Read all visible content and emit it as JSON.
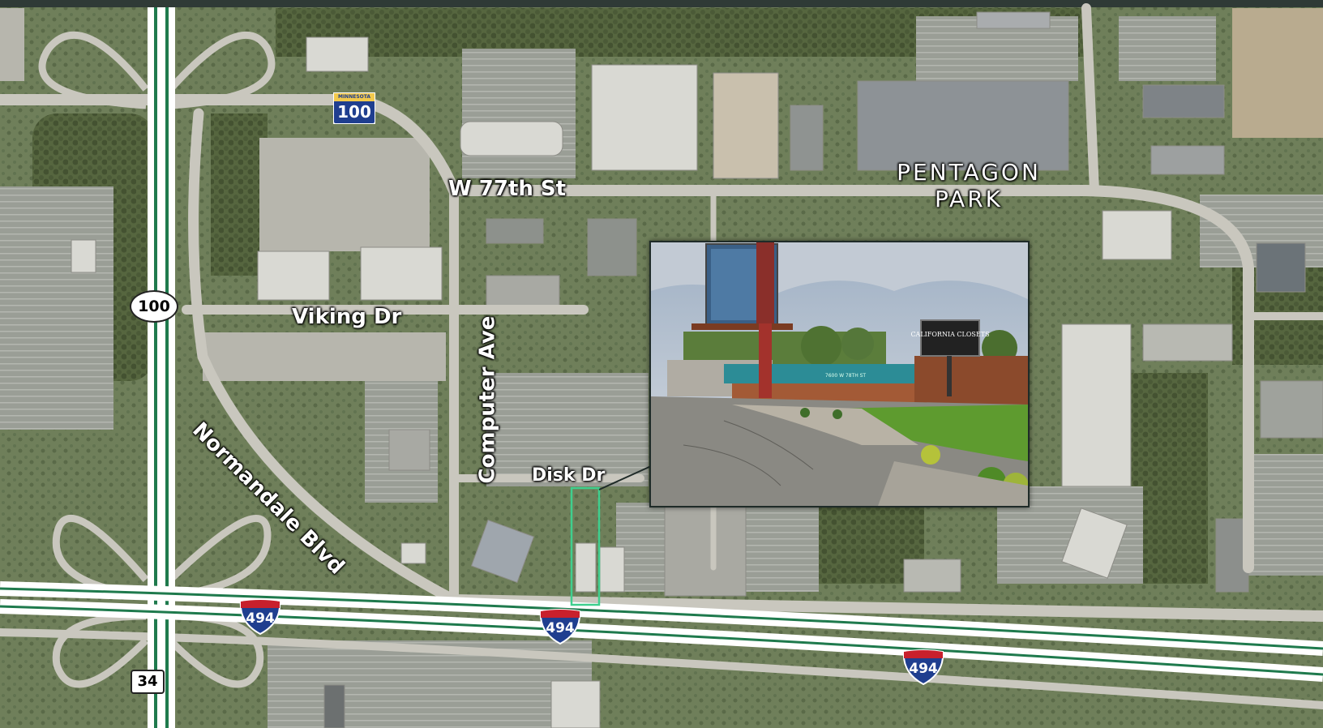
{
  "map": {
    "district_label": [
      "PENTAGON",
      "PARK"
    ],
    "streets": {
      "w77th": "W 77th St",
      "viking": "Viking Dr",
      "computer": "Computer Ave",
      "disk": "Disk Dr",
      "normandale": "Normandale Blvd"
    },
    "shields": {
      "mn100_state": "MINNESOTA",
      "mn100": "100",
      "hwy100": "100",
      "hwy34": "34",
      "i494": "494"
    },
    "photo_signs": {
      "sign": "CALIFORNIA CLOSETS",
      "address": "7600 W 78TH ST"
    },
    "colors": {
      "highway": "#1f7a4d",
      "parcel": "#3fcf8e",
      "interstate_blue": "#1f3e8f",
      "interstate_red": "#c8202c"
    }
  }
}
